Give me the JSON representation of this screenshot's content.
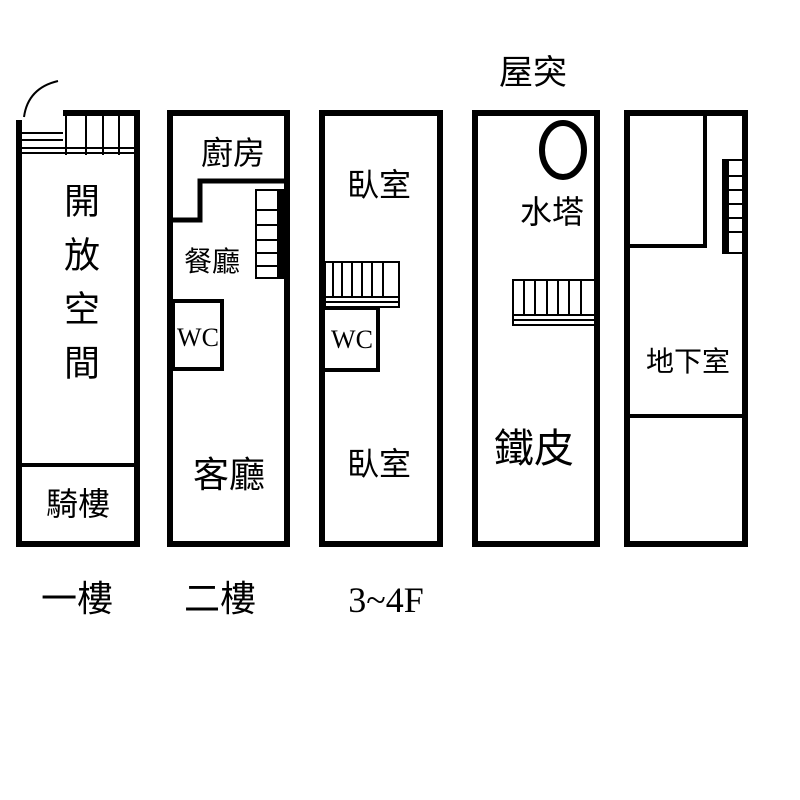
{
  "title": "屋突",
  "floors": [
    {
      "label": "一樓",
      "rooms": {
        "open_space": "開放空間",
        "arcade": "騎樓"
      }
    },
    {
      "label": "二樓",
      "rooms": {
        "kitchen": "廚房",
        "dining": "餐廳",
        "wc": "WC",
        "living": "客廳"
      }
    },
    {
      "label": "3~4F",
      "rooms": {
        "bedroom_top": "臥室",
        "wc": "WC",
        "bedroom_bottom": "臥室"
      }
    },
    {
      "label": "",
      "rooms": {
        "water_tower": "水塔",
        "iron_sheet": "鐵皮"
      }
    },
    {
      "label": "",
      "rooms": {
        "basement": "地下室"
      }
    }
  ]
}
